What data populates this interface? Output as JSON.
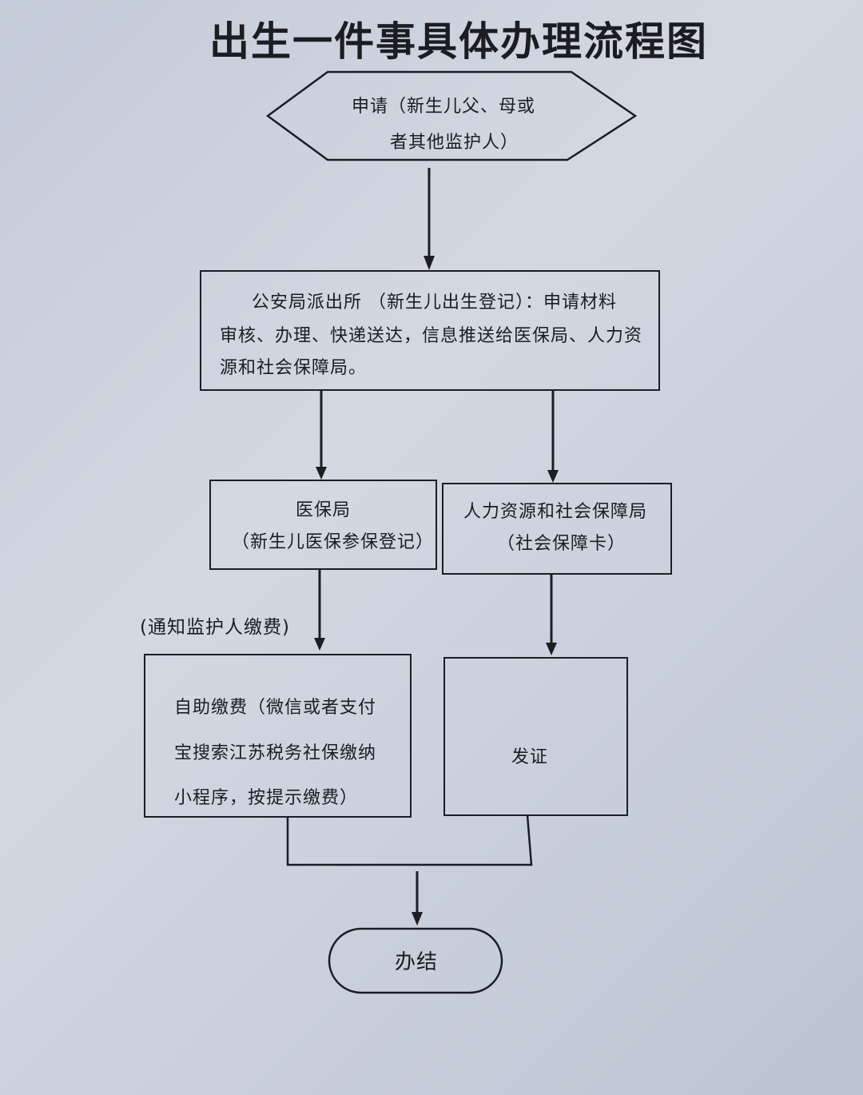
{
  "title": "出生一件事具体办理流程图",
  "nodes": {
    "apply": {
      "line1": "申请（新生儿父、母或",
      "line2": "者其他监护人）"
    },
    "police": {
      "line1": "公安局派出所 （新生儿出生登记）：申请材料",
      "line2": "审核、办理、快递送达，信息推送给医保局、人力资",
      "line3": "源和社会保障局。"
    },
    "medical": {
      "line1": "医保局",
      "line2": "（新生儿医保参保登记）"
    },
    "hr": {
      "line1": "人力资源和社会保障局",
      "line2": "（社会保障卡）"
    },
    "notify_label": "(通知监护人缴费)",
    "payment": {
      "line1": "自助缴费（微信或者支付",
      "line2": "宝搜索江苏税务社保缴纳",
      "line3": "小程序，按提示缴费）"
    },
    "issue": "发证",
    "done": "办结"
  }
}
